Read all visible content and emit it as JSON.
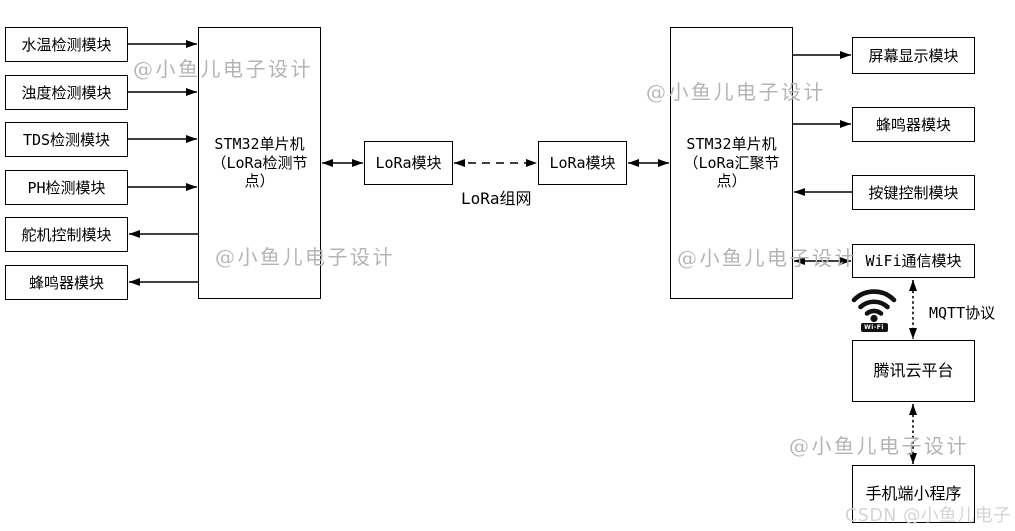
{
  "diagram": {
    "left_modules": [
      {
        "label": "水温检测模块",
        "direction": "input"
      },
      {
        "label": "浊度检测模块",
        "direction": "input"
      },
      {
        "label": "TDS检测模块",
        "direction": "input"
      },
      {
        "label": "PH检测模块",
        "direction": "input"
      },
      {
        "label": "舵机控制模块",
        "direction": "output"
      },
      {
        "label": "蜂鸣器模块",
        "direction": "output"
      }
    ],
    "node_left": {
      "label": "STM32单片机（LoRa检测节点）"
    },
    "lora_modules": [
      {
        "label": "LoRa模块"
      },
      {
        "label": "LoRa模块"
      }
    ],
    "lora_link_label": "LoRa组网",
    "node_right": {
      "label": "STM32单片机（LoRa汇聚节点）"
    },
    "right_modules": [
      {
        "label": "屏幕显示模块",
        "direction": "output"
      },
      {
        "label": "蜂鸣器模块",
        "direction": "output"
      },
      {
        "label": "按键控制模块",
        "direction": "input"
      },
      {
        "label": "WiFi通信模块",
        "direction": "bidirectional"
      }
    ],
    "wifi_icon_badge": "Wi-Fi",
    "mqtt_label": "MQTT协议",
    "cloud_box": {
      "label": "腾讯云平台"
    },
    "phone_box": {
      "label": "手机端小程序"
    }
  },
  "watermarks": {
    "text": "@小鱼儿电子设计",
    "csdn_text": "CSDN @小鱼儿电子",
    "color": "#b4b4b4",
    "csdn_color": "#d4d4d4"
  },
  "colors": {
    "line": "#000000",
    "background": "#ffffff",
    "box_border": "#000000"
  }
}
